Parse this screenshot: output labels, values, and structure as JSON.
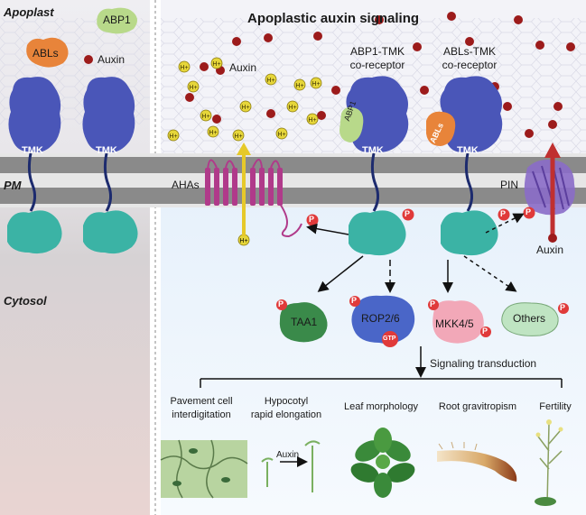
{
  "left_panel": {
    "apoplast_label": "Apoplast",
    "pm_label": "PM",
    "cytosol_label": "Cytosol",
    "abp1_label": "ABP1",
    "abls_label": "ABLs",
    "auxin_legend_label": "Auxin",
    "tmk_label": "TMK"
  },
  "main_panel": {
    "title": "Apoplastic auxin signaling",
    "auxin_label": "Auxin",
    "proton_label": "H+",
    "abp1_tmk_label": "ABP1-TMK\nco-receptor",
    "abls_tmk_label": "ABLs-TMK\nco-receptor",
    "abp1_small": "ABP1",
    "abls_small": "ABLs",
    "tmk_label": "TMK",
    "ahas_label": "AHAs",
    "pin_label": "PIN",
    "pin_auxin_label": "Auxin",
    "phospho_label": "P"
  },
  "targets": {
    "taa1": "TAA1",
    "rop": "ROP2/6",
    "gtp": "GTP",
    "mkk": "MKK4/5",
    "others": "Others"
  },
  "transduction_label": "Signaling transduction",
  "outcomes": [
    "Pavement cell\ninterdigitation",
    "Hypocotyl\nrapid elongation",
    "Leaf morphology",
    "Root gravitropism",
    "Fertility"
  ],
  "hypocotyl_auxin_label": "Auxin",
  "colors": {
    "tmk_blue": "#4a56b8",
    "kinase_teal": "#3bb3a5",
    "abp1_green": "#b8d98a",
    "abls_orange": "#e8843a",
    "auxin_red": "#9c1b1b",
    "proton_yellow": "#e6d63a",
    "aha_magenta": "#b03a8a",
    "pin_purple": "#8a6cc8",
    "phospho_red": "#e03a3a"
  }
}
